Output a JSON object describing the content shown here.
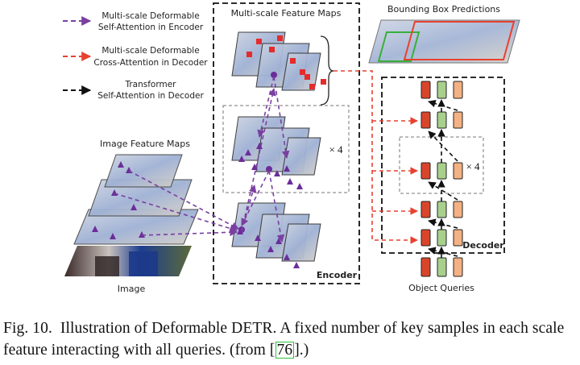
{
  "legend": [
    {
      "line1": "Multi-scale Deformable",
      "line2": "Self-Attention in Encoder",
      "color": "#7a3fa0"
    },
    {
      "line1": "Multi-scale Deformable",
      "line2": "Cross-Attention in Decoder",
      "color": "#e8412f"
    },
    {
      "line1": "Transformer",
      "line2": "Self-Attention in Decoder",
      "color": "#111111"
    }
  ],
  "labels": {
    "multiscale_maps": "Multi-scale Feature Maps",
    "bbox_predictions": "Bounding Box Predictions",
    "image_feature_maps": "Image Feature Maps",
    "image": "Image",
    "encoder": "Encoder",
    "decoder": "Decoder",
    "object_queries": "Object Queries",
    "repeat_encoder": "× 4",
    "repeat_decoder": "× 4"
  },
  "caption": {
    "prefix": "Fig. 10.",
    "text": "Illustration of Deformable DETR. A fixed number of key samples in each scale feature interacting with all queries. (from ",
    "citation": "76",
    "suffix": ".)"
  },
  "colors": {
    "purple": "#7a3fa0",
    "red": "#e8412f",
    "token_red": "#d9452b",
    "token_green": "#a8d08d",
    "token_peach": "#f4b183"
  }
}
